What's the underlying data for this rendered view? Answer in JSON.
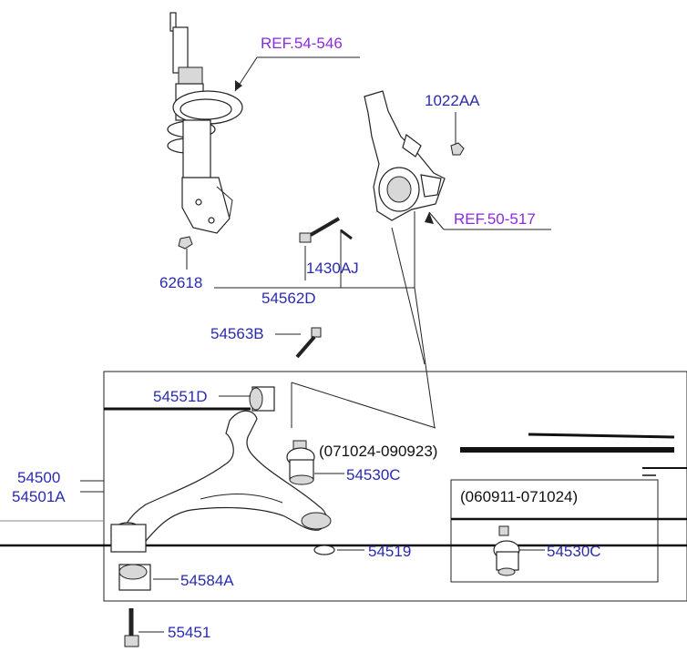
{
  "labels": {
    "ref_54_546": "REF.54-546",
    "ref_50_517": "REF.50-517",
    "p1022AA": "1022AA",
    "p62618": "62618",
    "p1430AJ": "1430AJ",
    "p54562D": "54562D",
    "p54563B": "54563B",
    "p54551D": "54551D",
    "date_range_1": "(071024-090923)",
    "p54530C_1": "54530C",
    "p54500": "54500",
    "p54501A": "54501A",
    "date_range_2": "(060911-071024)",
    "p54519": "54519",
    "p54530C_2": "54530C",
    "p54584A": "54584A",
    "p55451": "55451"
  },
  "colors": {
    "part_label": "#2b2bb0",
    "reference_label": "#8a2be2",
    "line": "#222222"
  }
}
